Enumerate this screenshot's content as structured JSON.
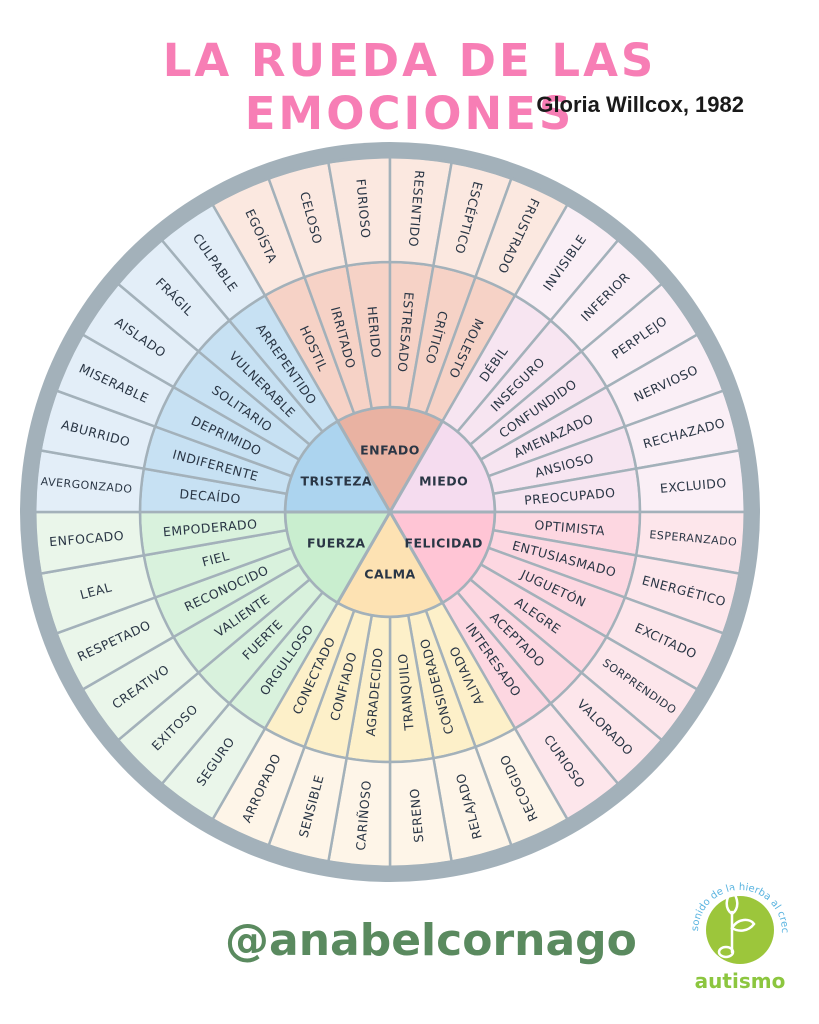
{
  "header": {
    "title": "LA RUEDA DE LAS EMOCIONES",
    "subtitle": "Gloria Willcox, 1982"
  },
  "footer": {
    "handle": "@anabelcornago"
  },
  "logo": {
    "arc_text": "el sonido de la hierba al crecer",
    "word": "autismo",
    "circle_color": "#9cc63b",
    "arc_color": "#5ab4e0"
  },
  "colors": {
    "ring": "#a3b1ba",
    "text": "#2a3645"
  },
  "wheel": {
    "sectors": [
      {
        "name": "ENFADO",
        "core": "#e9b2a2",
        "mid": "#f6d2c6",
        "outer": "#fbe8e0",
        "middle": [
          "HOSTIL",
          "IRRITADO",
          "HERIDO",
          "ESTRESADO",
          "CRÍTICO",
          "MOLESTO"
        ],
        "outer_items": [
          "EGOÍSTA",
          "CELOSO",
          "FURIOSO",
          "RESENTIDO",
          "ESCÉPTICO",
          "FRUSTRADO"
        ]
      },
      {
        "name": "MIEDO",
        "core": "#f5dcef",
        "mid": "#f7e5f1",
        "outer": "#faeff6",
        "middle": [
          "DÉBIL",
          "INSEGURO",
          "CONFUNDIDO",
          "AMENAZADO",
          "ANSIOSO",
          "PREOCUPADO"
        ],
        "outer_items": [
          "INVISIBLE",
          "INFERIOR",
          "PERPLEJO",
          "NERVIOSO",
          "RECHAZADO",
          "EXCLUIDO"
        ]
      },
      {
        "name": "FELICIDAD",
        "core": "#ffc5d5",
        "mid": "#fdd7e1",
        "outer": "#fde6eb",
        "middle": [
          "OPTIMISTA",
          "ENTUSIASMADO",
          "JUGUETÓN",
          "ALEGRE",
          "ACEPTADO",
          "INTERESADO"
        ],
        "outer_items": [
          "ESPERANZADO",
          "ENERGÉTICO",
          "EXCITADO",
          "SORPRENDIDO",
          "VALORADO",
          "CURIOSO"
        ]
      },
      {
        "name": "CALMA",
        "core": "#fde2b3",
        "mid": "#fdf0c9",
        "outer": "#fef5e8",
        "middle": [
          "ALIVIADO",
          "CONSIDERADO",
          "TRANQUILO",
          "AGRADECIDO",
          "CONFIADO",
          "CONECTADO"
        ],
        "outer_items": [
          "RECOGIDO",
          "RELAJADO",
          "SERENO",
          "CARIÑOSO",
          "SENSIBLE",
          "ARROPADO"
        ]
      },
      {
        "name": "FUERZA",
        "core": "#c9eecf",
        "mid": "#d9f2dd",
        "outer": "#eaf6ea",
        "middle": [
          "ORGULLOSO",
          "FUERTE",
          "VALIENTE",
          "RECONOCIDO",
          "FIEL",
          "EMPODERADO"
        ],
        "outer_items": [
          "SEGURO",
          "EXITOSO",
          "CREATIVO",
          "RESPETADO",
          "LEAL",
          "ENFOCADO"
        ]
      },
      {
        "name": "TRISTEZA",
        "core": "#acd4ef",
        "mid": "#c7e1f3",
        "outer": "#e3eef8",
        "middle": [
          "DECAÍDO",
          "INDIFERENTE",
          "DEPRIMIDO",
          "SOLITARIO",
          "VULNERABLE",
          "ARREPENTIDO"
        ],
        "outer_items": [
          "AVERGONZADO",
          "ABURRIDO",
          "MISERABLE",
          "AISLADO",
          "FRÁGIL",
          "CULPABLE"
        ]
      }
    ]
  }
}
